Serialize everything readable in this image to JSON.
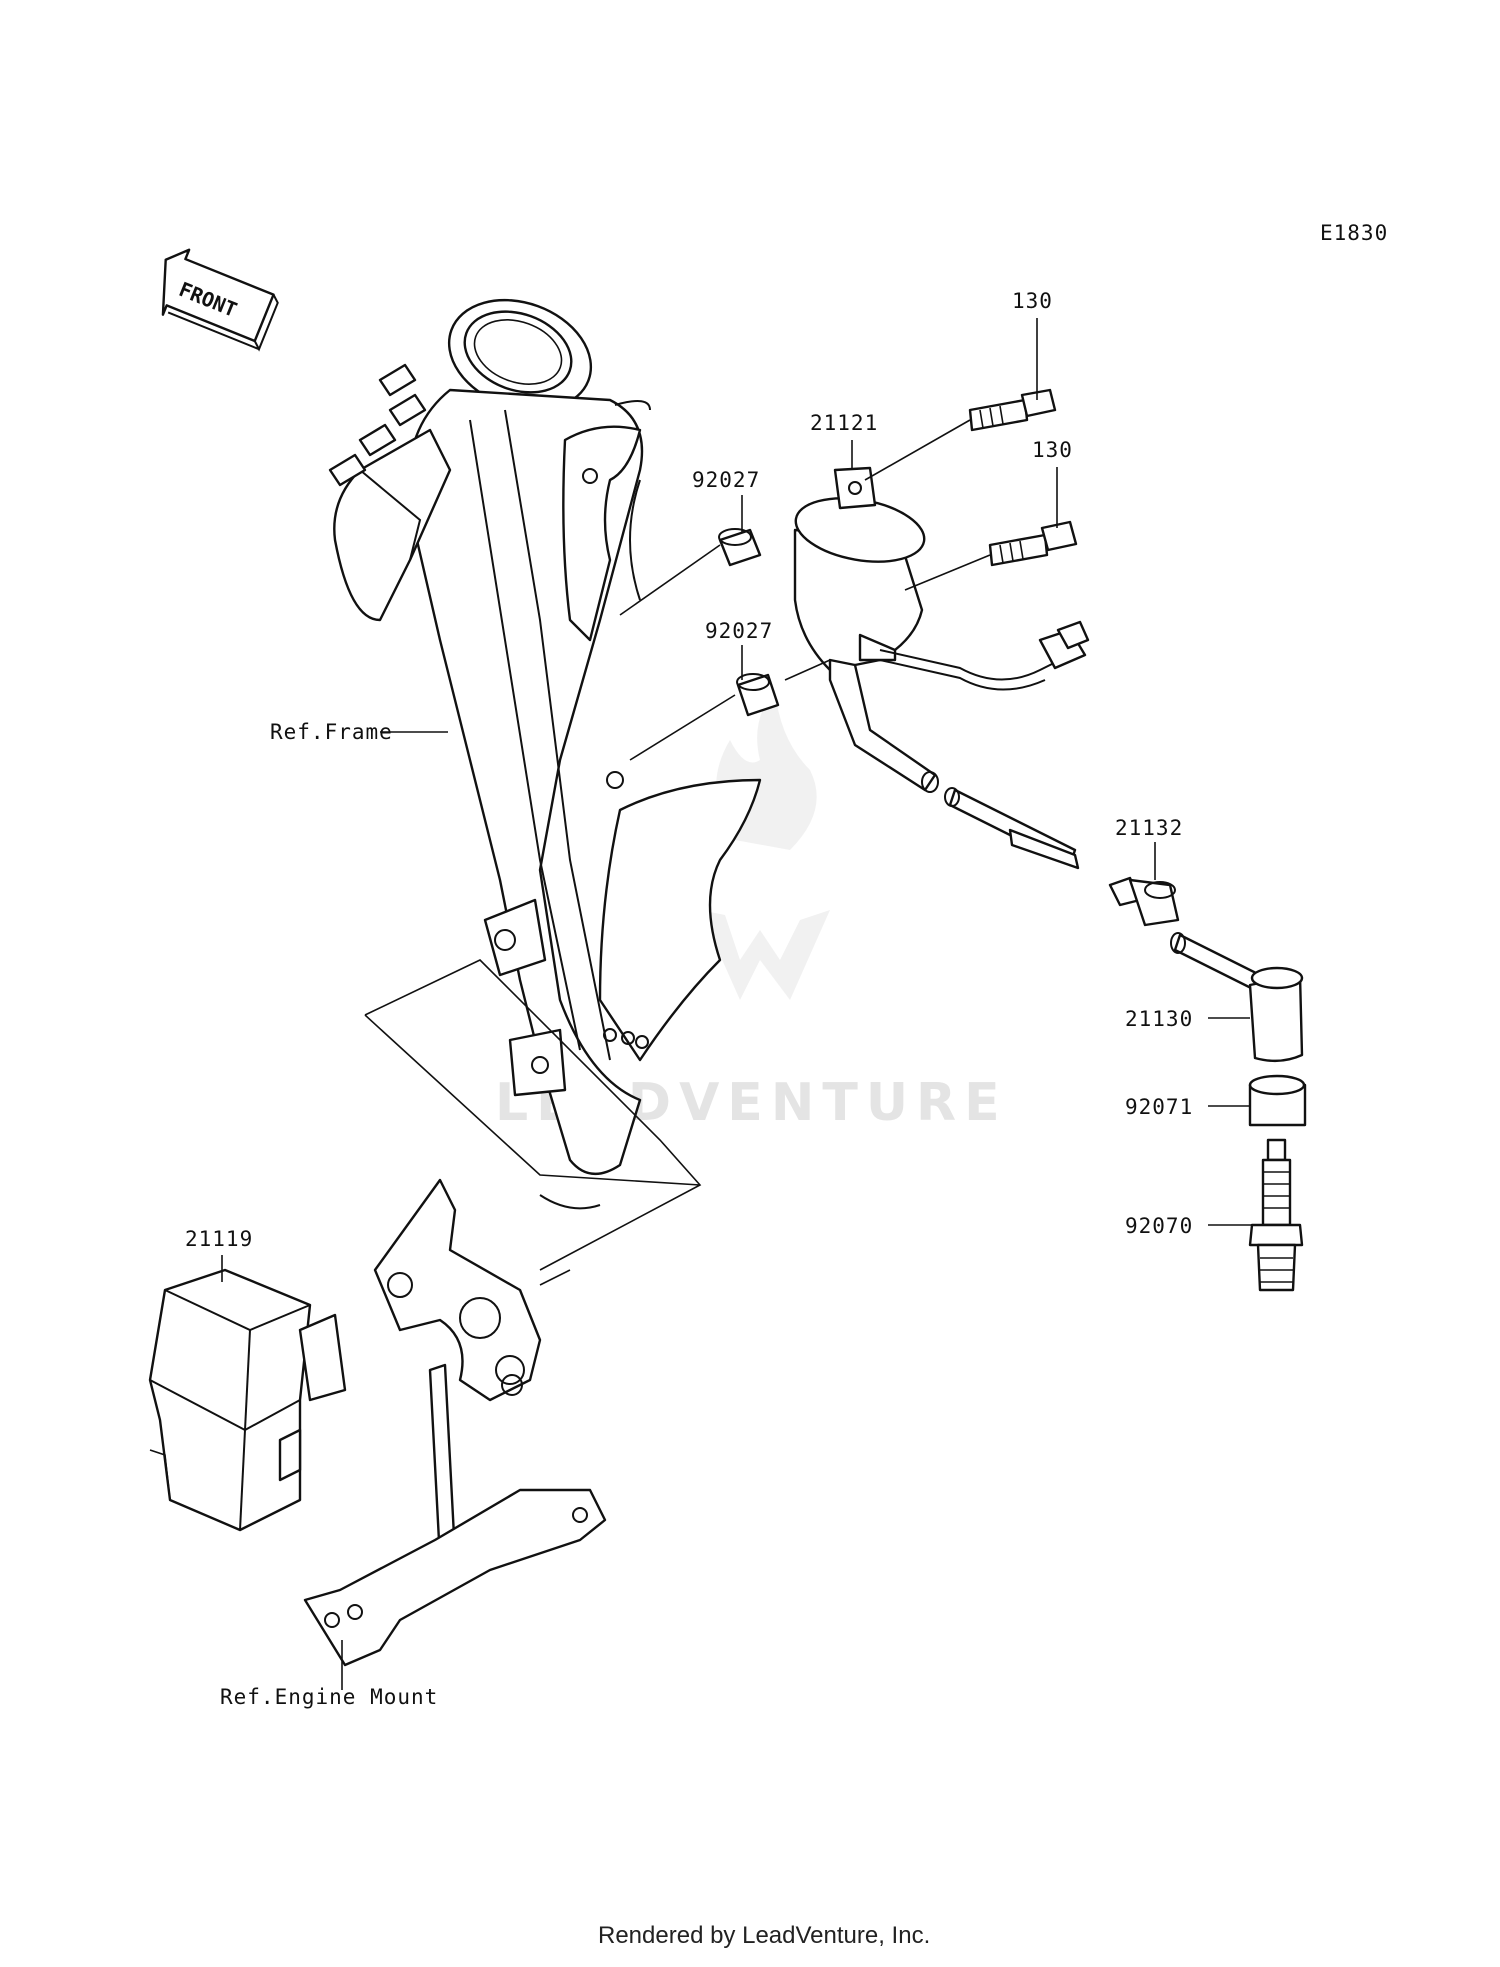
{
  "diagram_code": "E1830",
  "front_label": "FRONT",
  "watermark": "LEADVENTURE",
  "footer": "Rendered by LeadVenture, Inc.",
  "callouts": {
    "bolt_upper": "130",
    "bolt_lower": "130",
    "coil": "21121",
    "collar_upper": "92027",
    "collar_lower": "92027",
    "ref_frame": "Ref.Frame",
    "cap_seal": "21132",
    "plug_cap": "21130",
    "cap_boot": "92071",
    "spark_plug": "92070",
    "igniter": "21119",
    "ref_engine_mount": "Ref.Engine Mount"
  }
}
